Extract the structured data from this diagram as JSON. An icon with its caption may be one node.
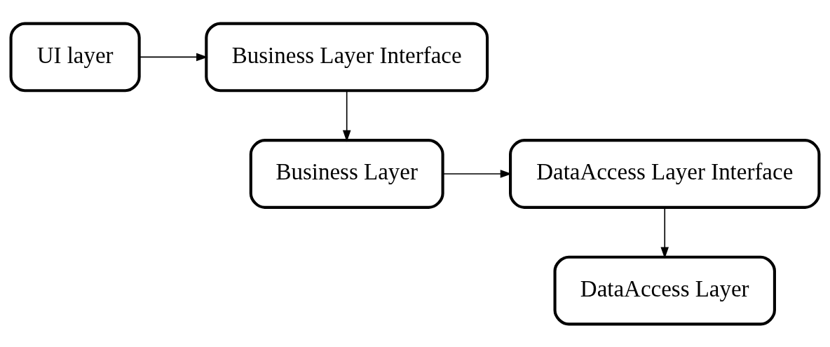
{
  "diagram": {
    "nodes": [
      {
        "text": [
          "UI layer"
        ]
      },
      {
        "text": [
          "Business Layer Interface"
        ]
      },
      {
        "text": [
          "Business Layer"
        ]
      },
      {
        "text": [
          "DataAccess Layer Interface"
        ]
      },
      {
        "text": [
          "DataAccess Layer"
        ]
      }
    ],
    "edges": [
      {
        "from": 0,
        "to": 1,
        "arrow": "to"
      },
      {
        "from": 1,
        "to": 2,
        "arrow": "to"
      },
      {
        "from": 2,
        "to": 3,
        "arrow": "to"
      },
      {
        "from": 3,
        "to": 4,
        "arrow": "to"
      }
    ]
  }
}
